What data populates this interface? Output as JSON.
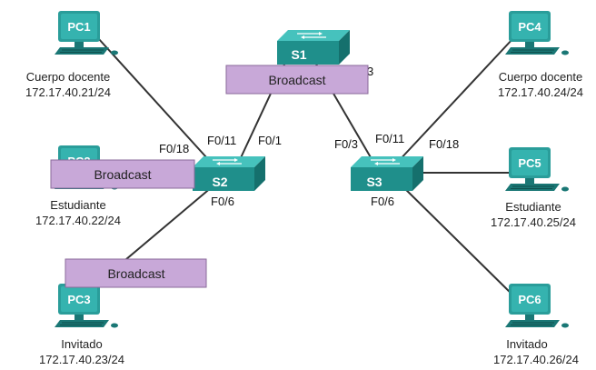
{
  "colors": {
    "device_teal": "#2a9d9a",
    "device_dark": "#1a7775",
    "broadcast_fill": "#c8a8d8",
    "broadcast_border": "#8a6a9a",
    "link": "#333333"
  },
  "pcs": [
    {
      "name": "PC1",
      "role": "Cuerpo docente",
      "ip": "172.17.40.21/24"
    },
    {
      "name": "PC2",
      "role": "Estudiante",
      "ip": "172.17.40.22/24"
    },
    {
      "name": "PC3",
      "role": "Invitado",
      "ip": "172.17.40.23/24"
    },
    {
      "name": "PC4",
      "role": "Cuerpo docente",
      "ip": "172.17.40.24/24"
    },
    {
      "name": "PC5",
      "role": "Estudiante",
      "ip": "172.17.40.25/24"
    },
    {
      "name": "PC6",
      "role": "Invitado",
      "ip": "172.17.40.26/24"
    }
  ],
  "switches": [
    {
      "name": "S1"
    },
    {
      "name": "S2"
    },
    {
      "name": "S3"
    }
  ],
  "ports": {
    "s1_right_partial": "3",
    "s2_f018": "F0/18",
    "s2_f011": "F0/11",
    "s2_f01": "F0/1",
    "s2_f06": "F0/6",
    "s3_f03": "F0/3",
    "s3_f011": "F0/11",
    "s3_f018": "F0/18",
    "s3_f06": "F0/6"
  },
  "broadcasts": [
    "Broadcast",
    "Broadcast",
    "Broadcast"
  ]
}
